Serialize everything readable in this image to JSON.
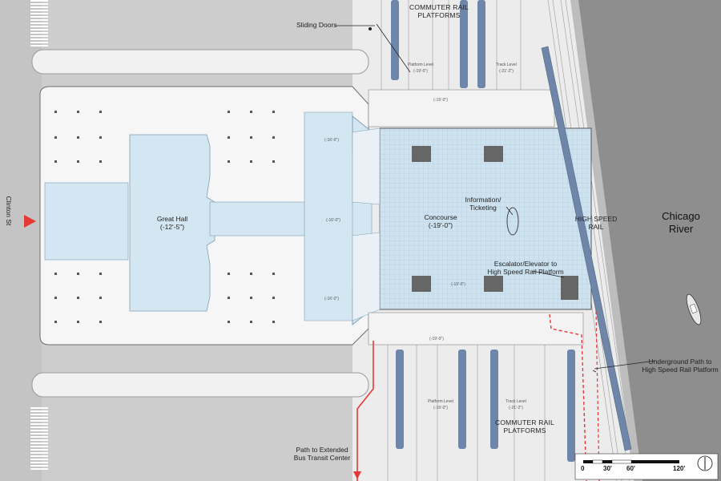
{
  "labels": {
    "sliding_doors": "Sliding Doors",
    "commuter_top_line1": "COMMUTER RAIL",
    "commuter_top_line2": "PLATFORMS",
    "great_hall": "Great Hall",
    "great_hall_level": "(-12'-5\")",
    "concourse": "Concourse",
    "concourse_level": "(-19'-0\")",
    "information_line1": "Information/",
    "information_line2": "Ticketing",
    "escalator_line1": "Escalator/Elevator to",
    "escalator_line2": "High Speed Rail Platform",
    "high_speed_rail_line1": "HIGH SPEED",
    "high_speed_rail_line2": "RAIL",
    "river_line1": "Chicago",
    "river_line2": "River",
    "street": "Clinton St",
    "underground_line1": "Underground Path to",
    "underground_line2": "High Speed Rail Platform",
    "bus_path_line1": "Path to Extended",
    "bus_path_line2": "Bus Transit Center",
    "commuter_bottom_line1": "COMMUTER RAIL",
    "commuter_bottom_line2": "PLATFORMS",
    "platform_level": "Platform Level",
    "platform_level_value": "(-19'-0\")",
    "track_level": "Track Level",
    "track_level_value": "(-21'-2\")",
    "corridor_level_1": "(-19'-0\")",
    "corridor_level_2": "(-19'-0\")",
    "passage_level_1": "(-16'-0\")",
    "passage_level_2": "(-16'-0\")",
    "passage_level_3": "(-16'-0\")",
    "concourse_small_level": "(-19'-0\")"
  },
  "scale_bar": {
    "ticks": [
      "0",
      "30'",
      "60'",
      "120'"
    ]
  },
  "colors": {
    "street": "#c8c8c8",
    "building": "#f4f4f4",
    "hall_fill": "#cfe3ef",
    "concourse_fill": "#cfe3ef",
    "train": "#6f86a8",
    "river": "#8a8a8a",
    "accent_red": "#e53935"
  }
}
